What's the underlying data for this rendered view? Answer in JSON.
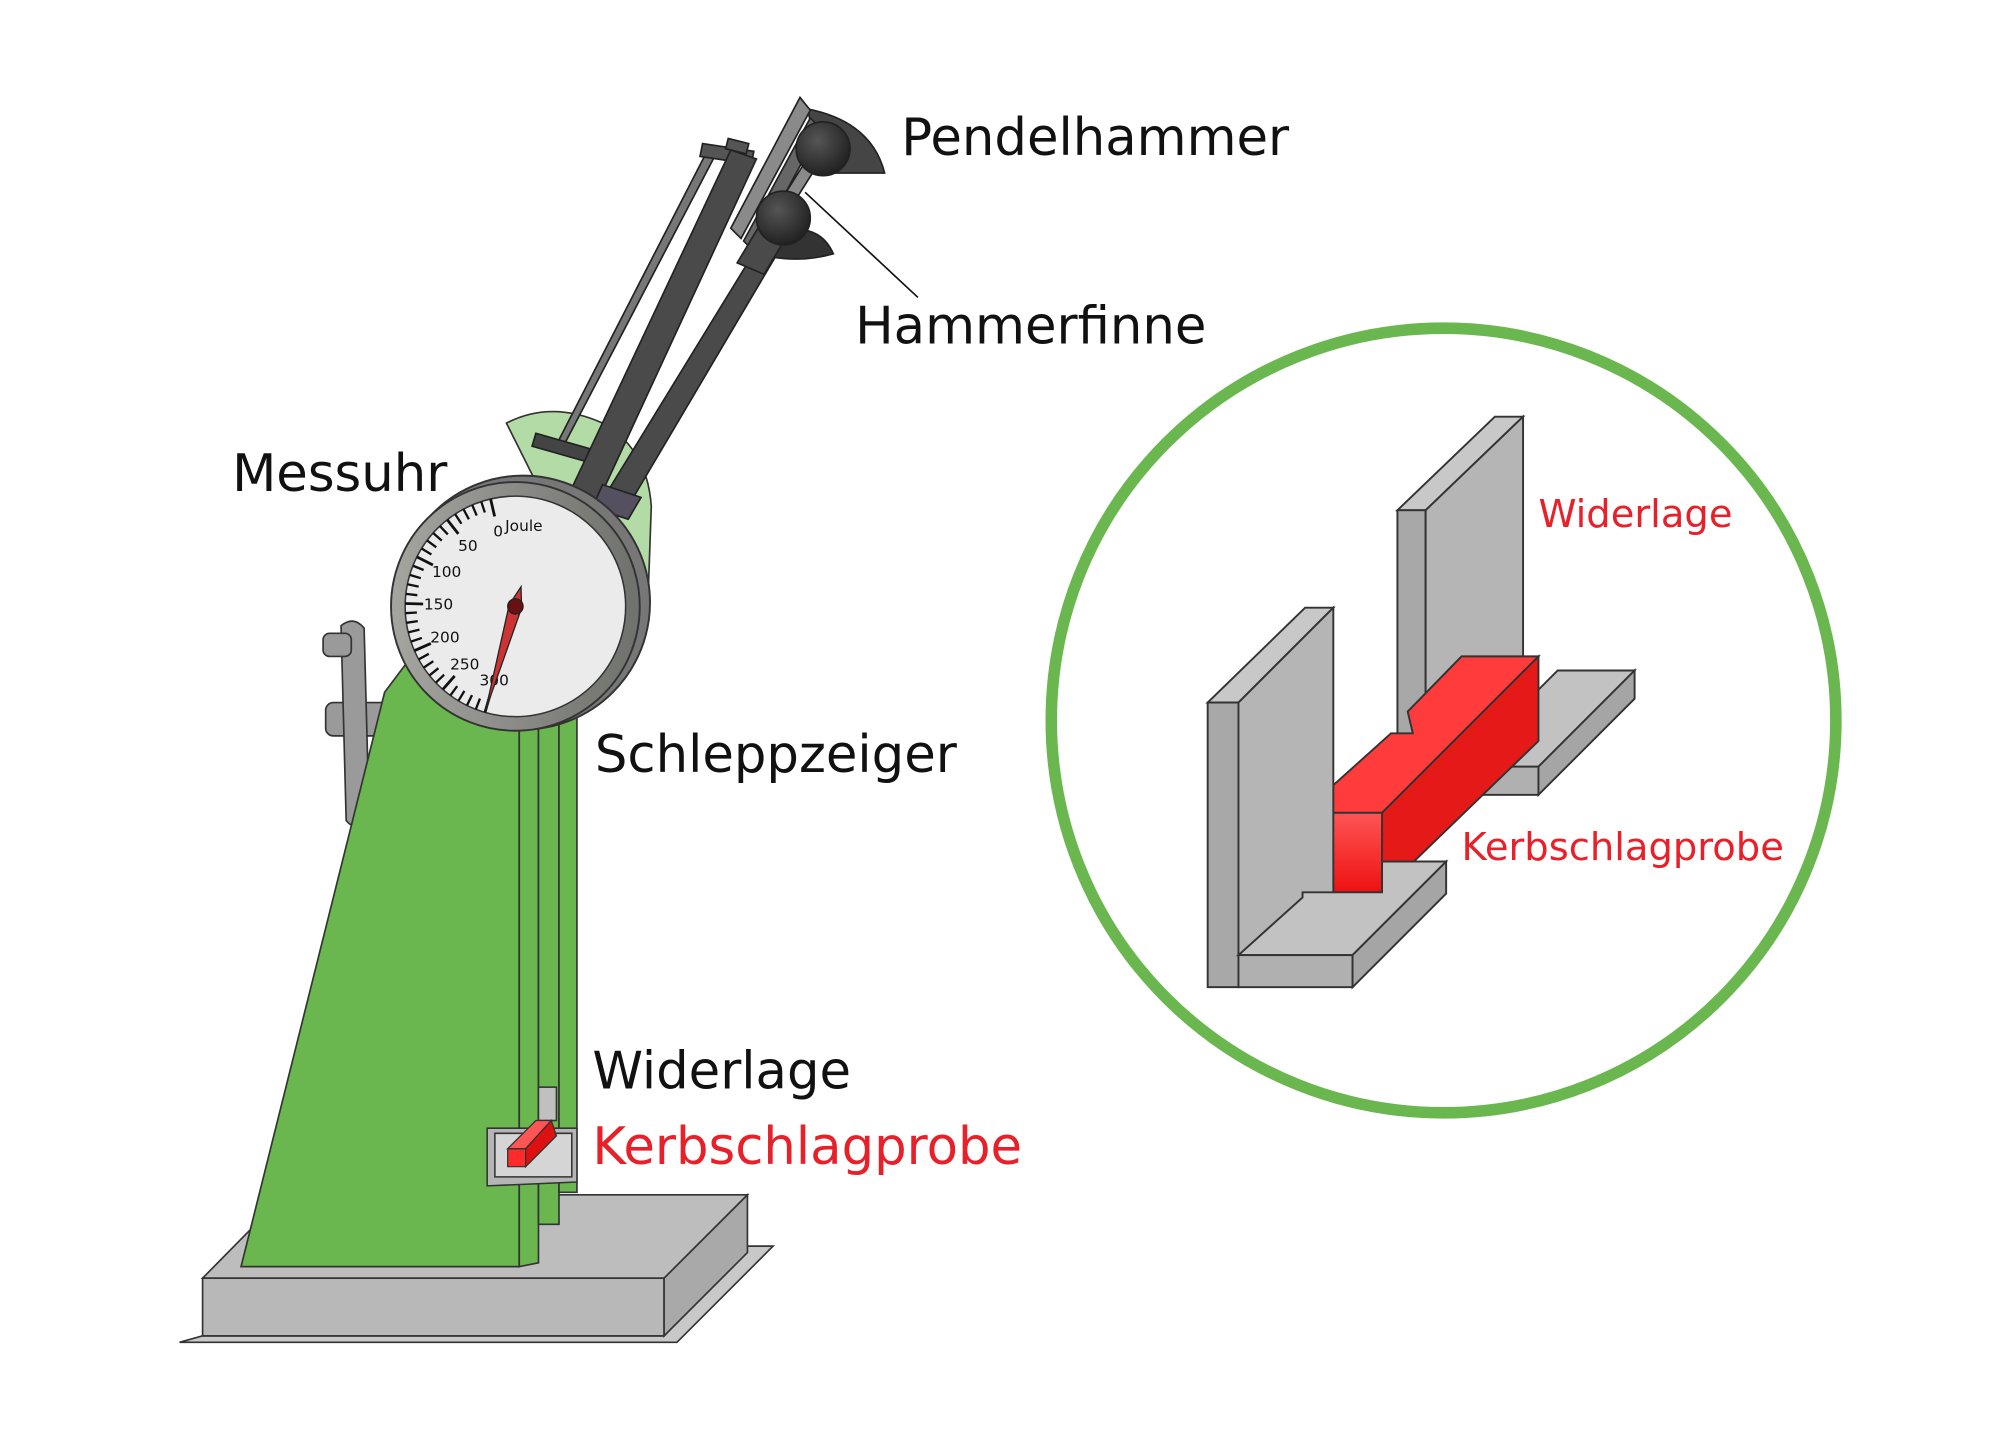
{
  "labels": {
    "pendelhammer": "Pendelhammer",
    "hammerfinne": "Hammerfinne",
    "messuhr": "Messuhr",
    "schleppzeiger": "Schleppzeiger",
    "widerlage": "Widerlage",
    "kerbschlagprobe": "Kerbschlagprobe"
  },
  "inset": {
    "widerlage": "Widerlage",
    "kerbschlagprobe": "Kerbschlagprobe"
  },
  "dial": {
    "unit": "Joule",
    "scale": [
      "0",
      "50",
      "100",
      "150",
      "200",
      "250",
      "300"
    ],
    "needle_value": 300
  },
  "colors": {
    "machine_green": "#6ab64f",
    "light_green": "#b3dba6",
    "specimen_red": "#ff2a2a",
    "label_red": "#e8202a",
    "inset_ring": "#6ab64f",
    "steel_gray": "#b5b5b5",
    "hammer_dark": "#444444"
  }
}
